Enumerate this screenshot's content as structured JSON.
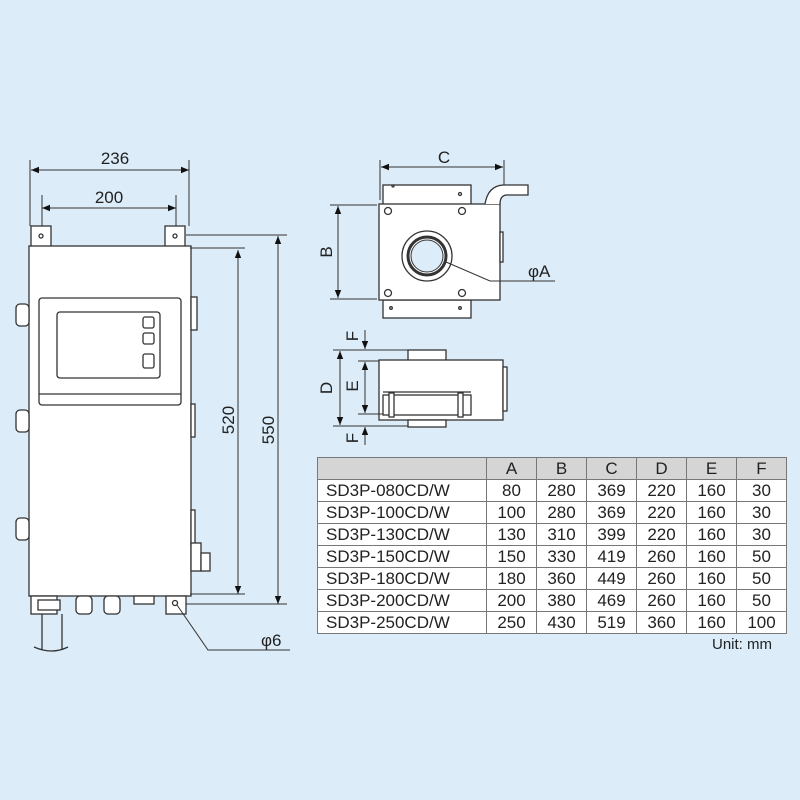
{
  "front_view": {
    "width_outer": "236",
    "width_mount": "200",
    "height_inner": "520",
    "height_outer": "550",
    "hole_diameter": "φ6"
  },
  "duct_view": {
    "dim_c": "C",
    "dim_b": "B",
    "dim_a": "φA",
    "dim_d": "D",
    "dim_e": "E",
    "dim_f_top": "F",
    "dim_f_bottom": "F"
  },
  "table": {
    "headers": [
      "",
      "A",
      "B",
      "C",
      "D",
      "E",
      "F"
    ],
    "rows": [
      [
        "SD3P-080CD/W",
        "80",
        "280",
        "369",
        "220",
        "160",
        "30"
      ],
      [
        "SD3P-100CD/W",
        "100",
        "280",
        "369",
        "220",
        "160",
        "30"
      ],
      [
        "SD3P-130CD/W",
        "130",
        "310",
        "399",
        "220",
        "160",
        "30"
      ],
      [
        "SD3P-150CD/W",
        "150",
        "330",
        "419",
        "260",
        "160",
        "50"
      ],
      [
        "SD3P-180CD/W",
        "180",
        "360",
        "449",
        "260",
        "160",
        "50"
      ],
      [
        "SD3P-200CD/W",
        "200",
        "380",
        "469",
        "260",
        "160",
        "50"
      ],
      [
        "SD3P-250CD/W",
        "250",
        "430",
        "519",
        "360",
        "160",
        "100"
      ]
    ],
    "unit": "Unit: mm"
  }
}
